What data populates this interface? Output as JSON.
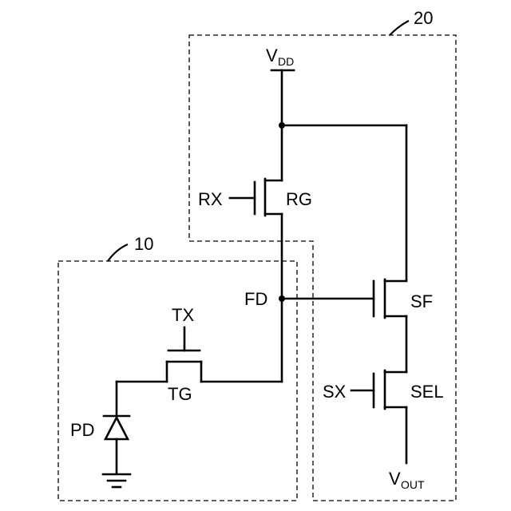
{
  "blocks": {
    "pixel_region_label": "10",
    "readout_region_label": "20"
  },
  "supply": {
    "main": "V",
    "subscript": "DD"
  },
  "output": {
    "main": "V",
    "subscript": "OUT"
  },
  "transistors": {
    "reset": {
      "gate_signal": "RX",
      "name": "RG"
    },
    "transfer": {
      "gate_signal": "TX",
      "name": "TG"
    },
    "source_follower": {
      "name": "SF"
    },
    "select": {
      "gate_signal": "SX",
      "name": "SEL"
    }
  },
  "nodes": {
    "floating_diffusion": "FD",
    "photodiode": "PD"
  }
}
